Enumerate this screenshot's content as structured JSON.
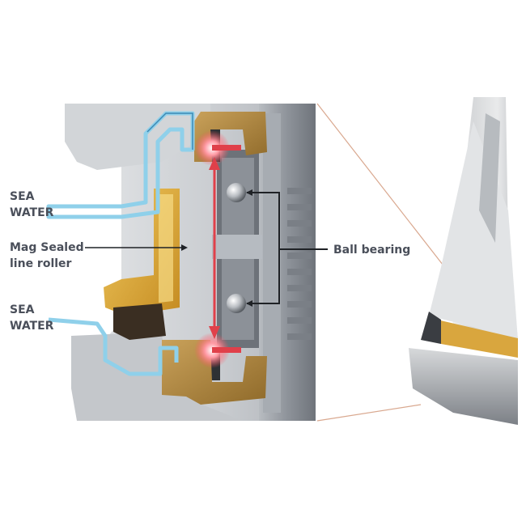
{
  "labels": {
    "sea_water_top": [
      "SEA",
      "WATER"
    ],
    "mag_sealed": [
      "Mag Sealed",
      "line roller"
    ],
    "sea_water_bottom": [
      "SEA",
      "WATER"
    ],
    "ball_bearing": "Ball bearing"
  },
  "colors": {
    "seal_gold": "#d9a63e",
    "water_blue": "#8fd0ea",
    "pointer_red": "#e0404a",
    "housing_gray": "#9aa0a6",
    "text": "#4a4f5a"
  }
}
